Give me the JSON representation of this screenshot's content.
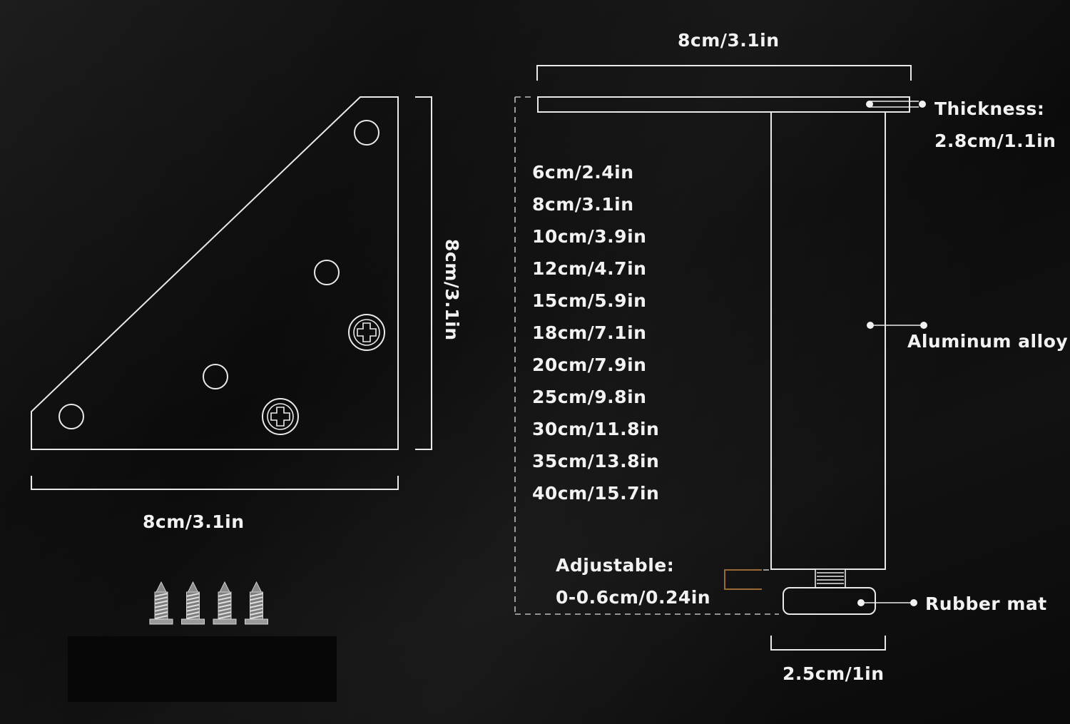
{
  "bracket": {
    "width_label": "8cm/3.1in",
    "height_label": "8cm/3.1in",
    "screws_count": 4
  },
  "leg": {
    "top_width_label": "8cm/3.1in",
    "thickness_label_1": "Thickness:",
    "thickness_label_2": "2.8cm/1.1in",
    "material_label": "Aluminum alloy",
    "rubber_label": "Rubber mat",
    "adjustable_label_1": "Adjustable:",
    "adjustable_label_2": "0-0.6cm/0.24in",
    "bottom_width_label": "2.5cm/1in",
    "heights": [
      "6cm/2.4in",
      "8cm/3.1in",
      "10cm/3.9in",
      "12cm/4.7in",
      "15cm/5.9in",
      "18cm/7.1in",
      "20cm/7.9in",
      "25cm/9.8in",
      "30cm/11.8in",
      "35cm/13.8in",
      "40cm/15.7in"
    ]
  },
  "colors": {
    "background": "#0d0d0d",
    "line": "#e9e9e9",
    "text": "#f2f2f2",
    "accent_adjust": "#9a6a35"
  }
}
